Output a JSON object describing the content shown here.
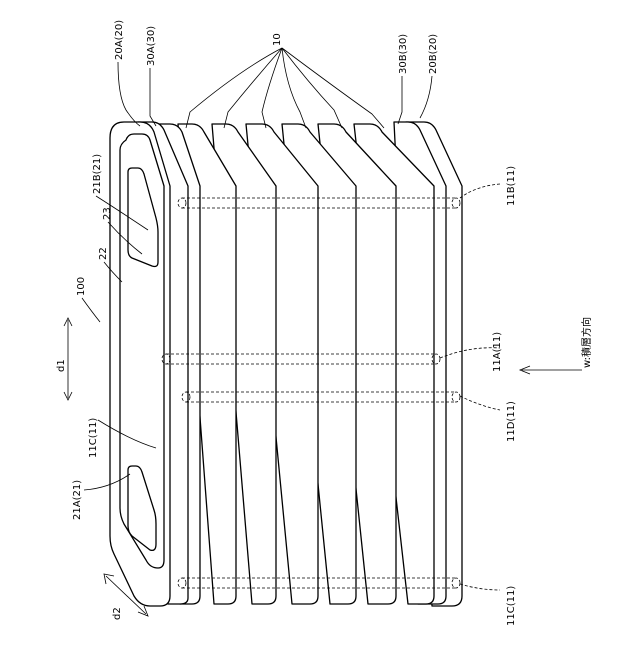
{
  "labels": {
    "plate_10": "10",
    "end_20A": "20A(20)",
    "end_30A": "30A(30)",
    "end_30B": "30B(30)",
    "end_20B": "20B(20)",
    "port_21B": "21B(21)",
    "port_21A": "21A(21)",
    "label_23": "23",
    "label_22": "22",
    "assembly_100": "100",
    "dir_d1": "d1",
    "dir_d2": "d2",
    "hole_11C_top": "11C(11)",
    "hole_11B": "11B(11)",
    "hole_11A": "11A(11)",
    "hole_11D": "11D(11)",
    "hole_11C_bottom": "11C(11)",
    "stack_direction": "w:積層方向"
  }
}
